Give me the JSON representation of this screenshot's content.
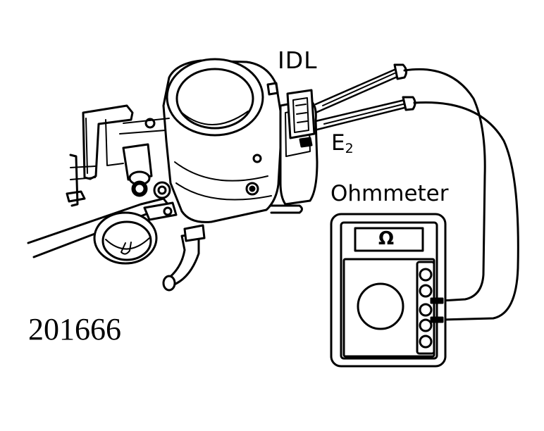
{
  "labels": {
    "idl": "IDL",
    "e2_letter": "E",
    "e2_subscript": "2",
    "ohmmeter": "Ohmmeter",
    "ohm_symbol": "Ω"
  },
  "figure_number": "201666",
  "colors": {
    "ink": "#000000",
    "paper": "#ffffff"
  }
}
